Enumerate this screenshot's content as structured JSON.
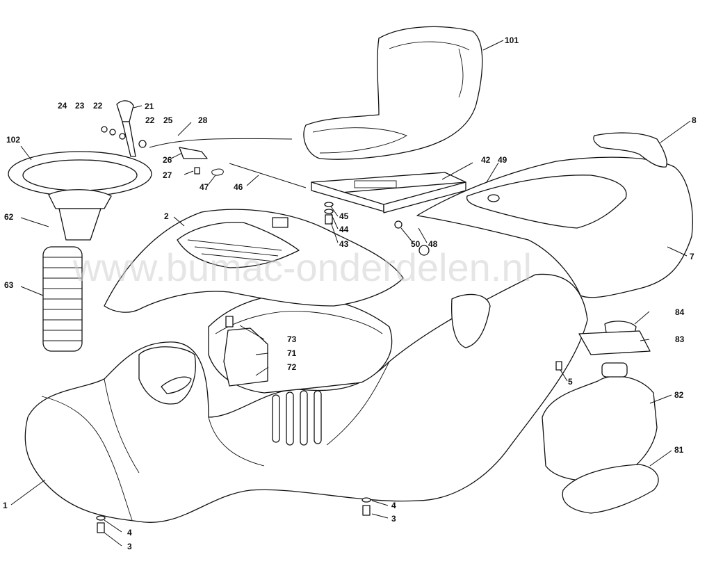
{
  "watermark": "www.bumac-onderdelen.nl",
  "labels": {
    "l101": "101",
    "l8": "8",
    "l7": "7",
    "l42": "42",
    "l49": "49",
    "l21": "21",
    "l22a": "22",
    "l22b": "22",
    "l23": "23",
    "l24": "24",
    "l25": "25",
    "l26": "26",
    "l27": "27",
    "l28": "28",
    "l47": "47",
    "l46": "46",
    "l102": "102",
    "l62": "62",
    "l63": "63",
    "l2": "2",
    "l45": "45",
    "l44": "44",
    "l43": "43",
    "l50": "50",
    "l48": "48",
    "l73": "73",
    "l71": "71",
    "l72": "72",
    "l84": "84",
    "l83": "83",
    "l5": "5",
    "l82": "82",
    "l81": "81",
    "l1": "1",
    "l4a": "4",
    "l3a": "3",
    "l4b": "4",
    "l3b": "3"
  }
}
